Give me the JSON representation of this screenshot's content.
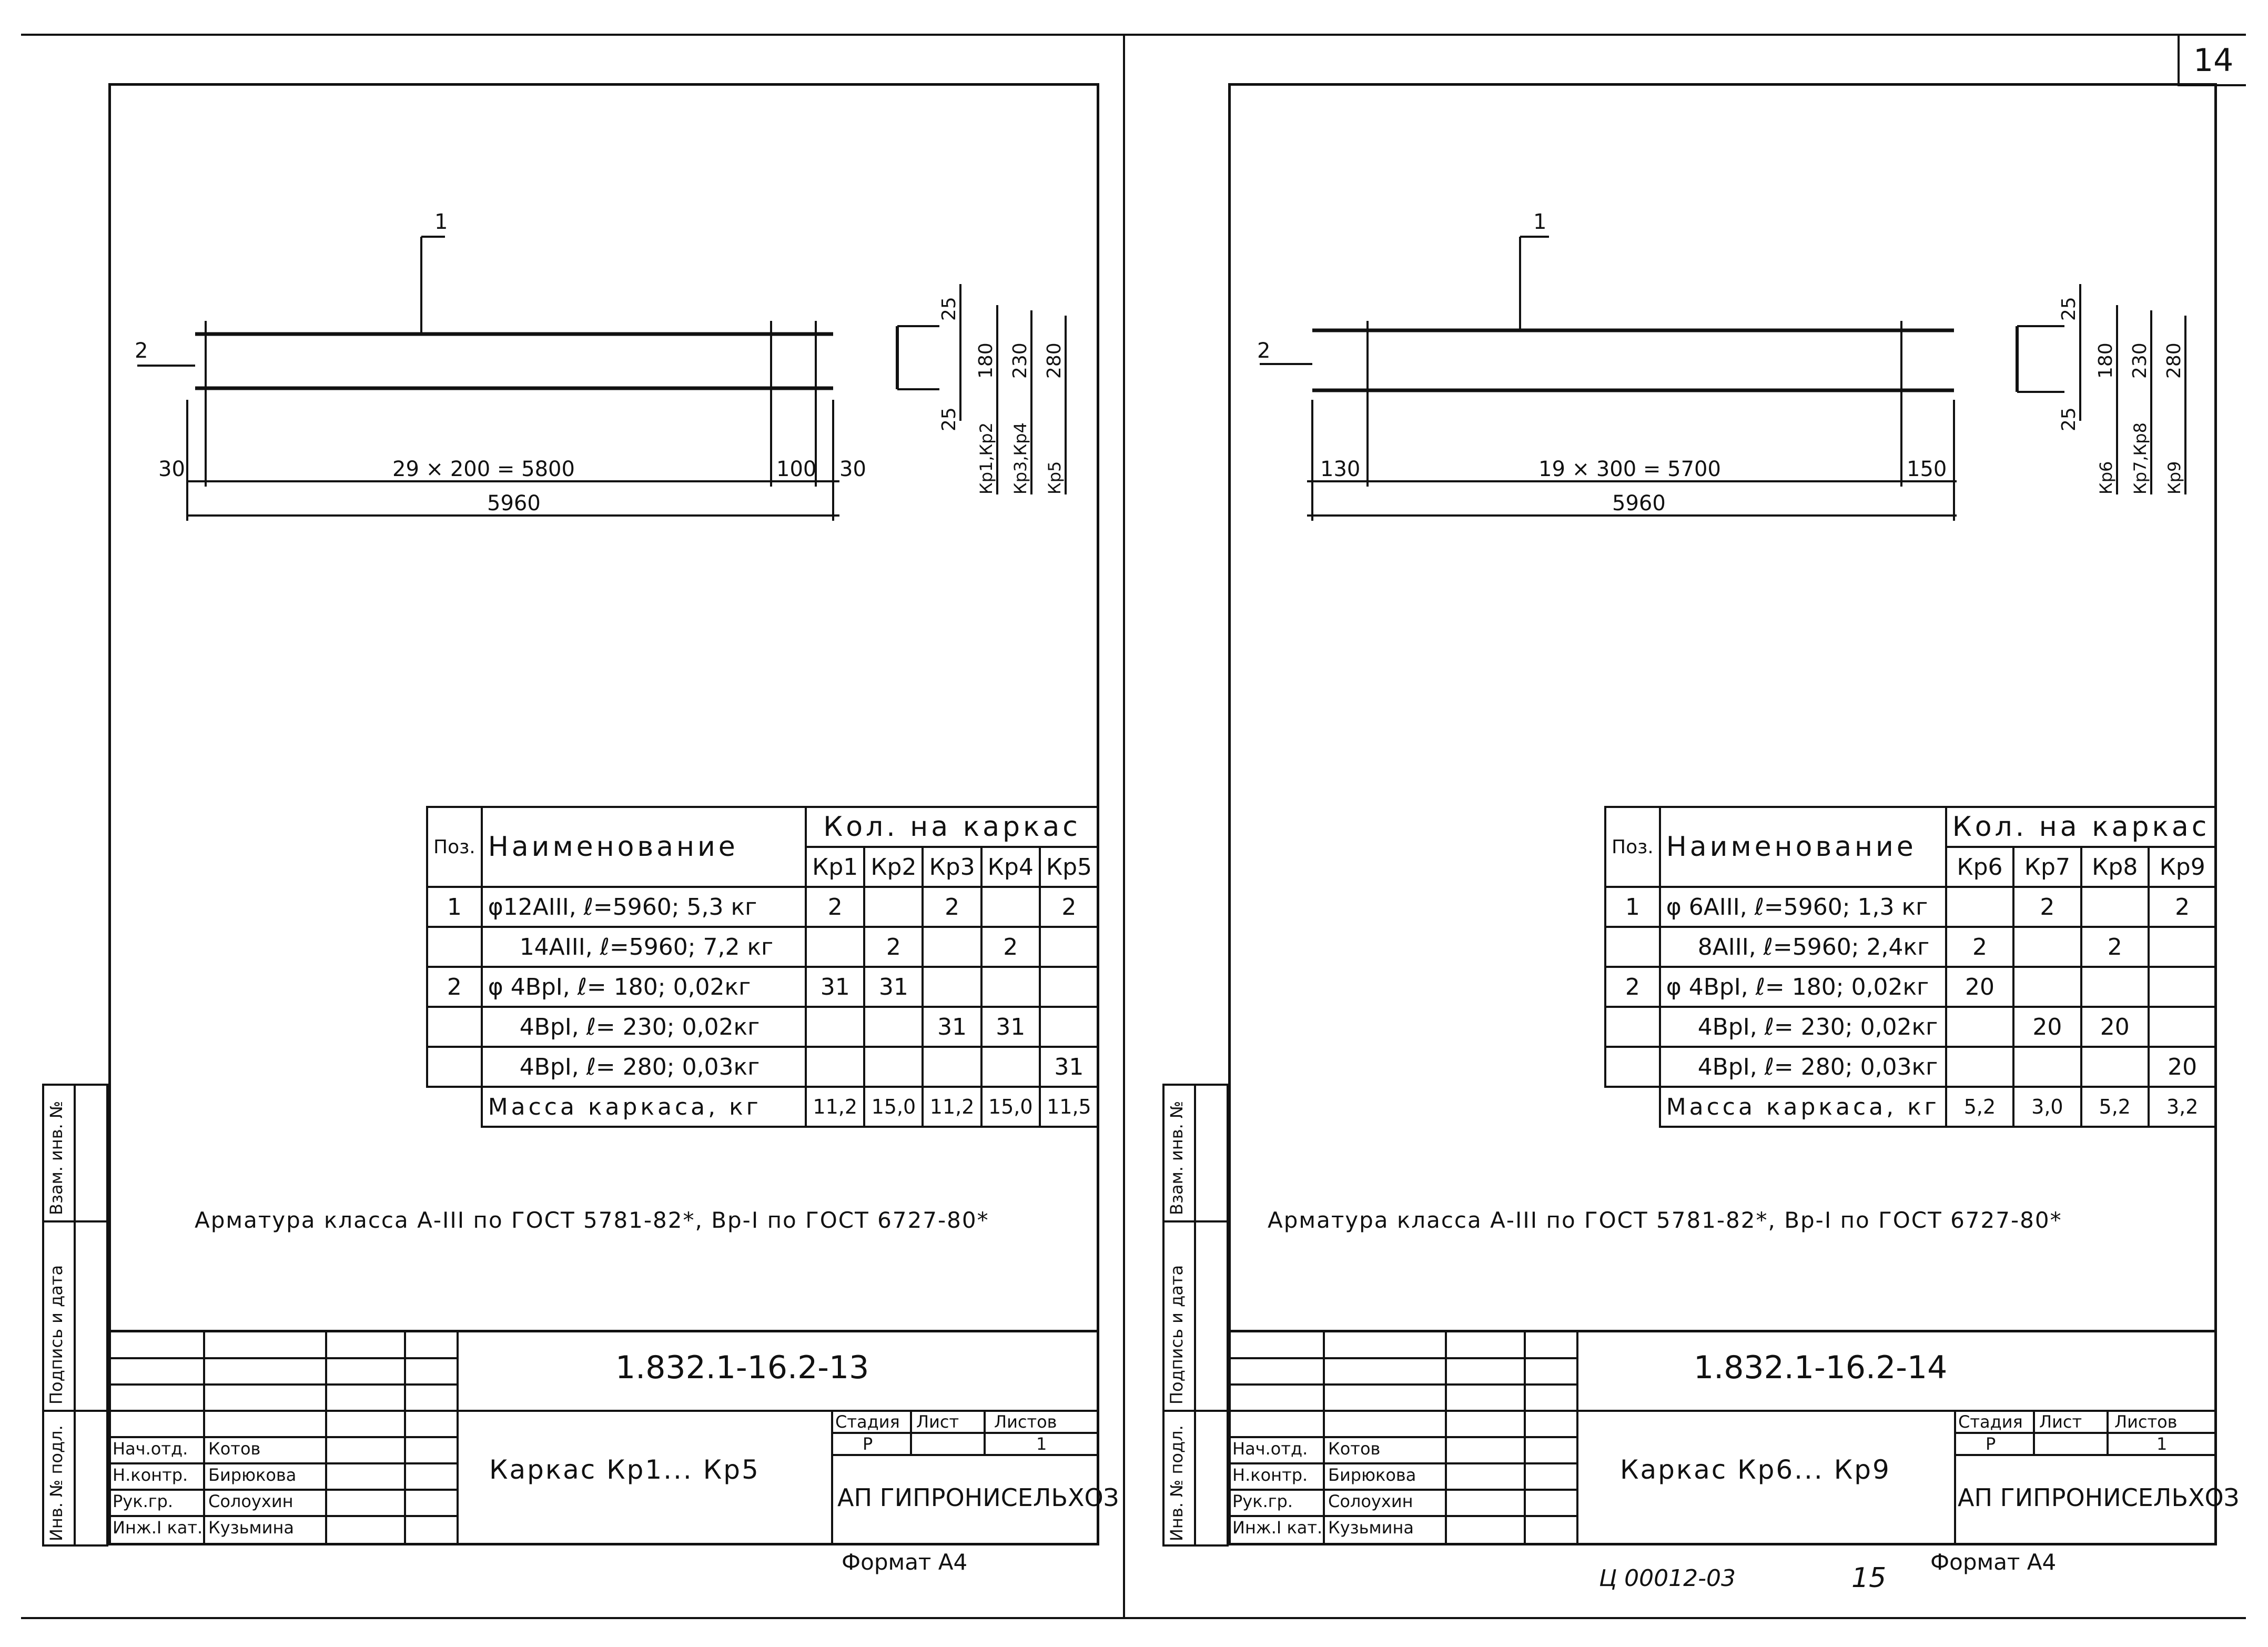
{
  "page_number": "14",
  "footer_code": "Ц 00012-03",
  "footer_page": "15",
  "sheets": [
    {
      "drawing": {
        "position_mark": "1",
        "position_mark_2": "2",
        "spacing": "29 × 200 = 5800",
        "end_left": "30",
        "end_right": "100",
        "end_right_2": "30",
        "total": "5960",
        "sec_top": "25",
        "sec_bottom": "25",
        "heights": [
          "180",
          "230",
          "280"
        ],
        "frame_labels": [
          "Кр1,Кр2",
          "Кр3,Кр4",
          "Кр5"
        ]
      },
      "table": {
        "pos_header": "Поз.",
        "name_header": "Наименование",
        "qty_header": "Кол. на каркас",
        "frames": [
          "Кр1",
          "Кр2",
          "Кр3",
          "Кр4",
          "Кр5"
        ],
        "rows": [
          {
            "pos": "1",
            "name": "φ12АIII, ℓ=5960; 5,3 кг",
            "q": [
              "2",
              "",
              "2",
              "",
              "2"
            ]
          },
          {
            "pos": "",
            "name": "14АIII, ℓ=5960; 7,2 кг",
            "q": [
              "",
              "2",
              "",
              "2",
              ""
            ]
          },
          {
            "pos": "2",
            "name": "φ 4ВрI, ℓ= 180; 0,02кг",
            "q": [
              "31",
              "31",
              "",
              "",
              ""
            ]
          },
          {
            "pos": "",
            "name": "4ВрI, ℓ= 230; 0,02кг",
            "q": [
              "",
              "",
              "31",
              "31",
              ""
            ]
          },
          {
            "pos": "",
            "name": "4ВрI, ℓ= 280; 0,03кг",
            "q": [
              "",
              "",
              "",
              "",
              "31"
            ]
          }
        ],
        "mass_label": "Масса каркаса, кг",
        "mass": [
          "11,2",
          "15,0",
          "11,2",
          "15,0",
          "11,5"
        ]
      },
      "note": "Арматура класса А-III по ГОСТ 5781-82*, Вр-I по ГОСТ 6727-80*",
      "title_block": {
        "code": "1.832.1-16.2-13",
        "title": "Каркас Кр1... Кр5",
        "stage_label": "Стадия",
        "sheet_label": "Лист",
        "sheets_label": "Листов",
        "stage": "Р",
        "sheets_count": "1",
        "org": "АП ГИПРОНИСЕЛЬХОЗ",
        "format": "Формат А4",
        "people": [
          {
            "role": "Нач.отд.",
            "name": "Котов"
          },
          {
            "role": "Н.контр.",
            "name": "Бирюкова"
          },
          {
            "role": "Рук.гр.",
            "name": "Солоухин"
          },
          {
            "role": "Инж.I кат.",
            "name": "Кузьмина"
          }
        ]
      },
      "side_stamp": [
        "Инв. № подл.",
        "Подпись и дата",
        "Взам. инв. №"
      ]
    },
    {
      "drawing": {
        "position_mark": "1",
        "position_mark_2": "2",
        "spacing": "19 × 300 = 5700",
        "end_left": "130",
        "end_right": "150",
        "end_right_2": "",
        "total": "5960",
        "sec_top": "25",
        "sec_bottom": "25",
        "heights": [
          "180",
          "230",
          "280"
        ],
        "frame_labels": [
          "Кр6",
          "Кр7,Кр8",
          "Кр9"
        ]
      },
      "table": {
        "pos_header": "Поз.",
        "name_header": "Наименование",
        "qty_header": "Кол. на каркас",
        "frames": [
          "Кр6",
          "Кр7",
          "Кр8",
          "Кр9"
        ],
        "rows": [
          {
            "pos": "1",
            "name": "φ 6АIII, ℓ=5960; 1,3 кг",
            "q": [
              "",
              "2",
              "",
              "2"
            ]
          },
          {
            "pos": "",
            "name": "8АIII, ℓ=5960; 2,4кг",
            "q": [
              "2",
              "",
              "2",
              ""
            ]
          },
          {
            "pos": "2",
            "name": "φ 4ВрI, ℓ= 180; 0,02кг",
            "q": [
              "20",
              "",
              "",
              ""
            ]
          },
          {
            "pos": "",
            "name": "4ВрI, ℓ= 230; 0,02кг",
            "q": [
              "",
              "20",
              "20",
              ""
            ]
          },
          {
            "pos": "",
            "name": "4ВрI, ℓ= 280; 0,03кг",
            "q": [
              "",
              "",
              "",
              "20"
            ]
          }
        ],
        "mass_label": "Масса каркаса, кг",
        "mass": [
          "5,2",
          "3,0",
          "5,2",
          "3,2"
        ]
      },
      "note": "Арматура класса А-III по ГОСТ 5781-82*, Вр-I по ГОСТ 6727-80*",
      "title_block": {
        "code": "1.832.1-16.2-14",
        "title": "Каркас Кр6... Кр9",
        "stage_label": "Стадия",
        "sheet_label": "Лист",
        "sheets_label": "Листов",
        "stage": "Р",
        "sheets_count": "1",
        "org": "АП ГИПРОНИСЕЛЬХОЗ",
        "format": "Формат А4",
        "people": [
          {
            "role": "Нач.отд.",
            "name": "Котов"
          },
          {
            "role": "Н.контр.",
            "name": "Бирюкова"
          },
          {
            "role": "Рук.гр.",
            "name": "Солоухин"
          },
          {
            "role": "Инж.I кат.",
            "name": "Кузьмина"
          }
        ]
      },
      "side_stamp": [
        "Инв. № подл.",
        "Подпись и дата",
        "Взам. инв. №"
      ]
    }
  ]
}
